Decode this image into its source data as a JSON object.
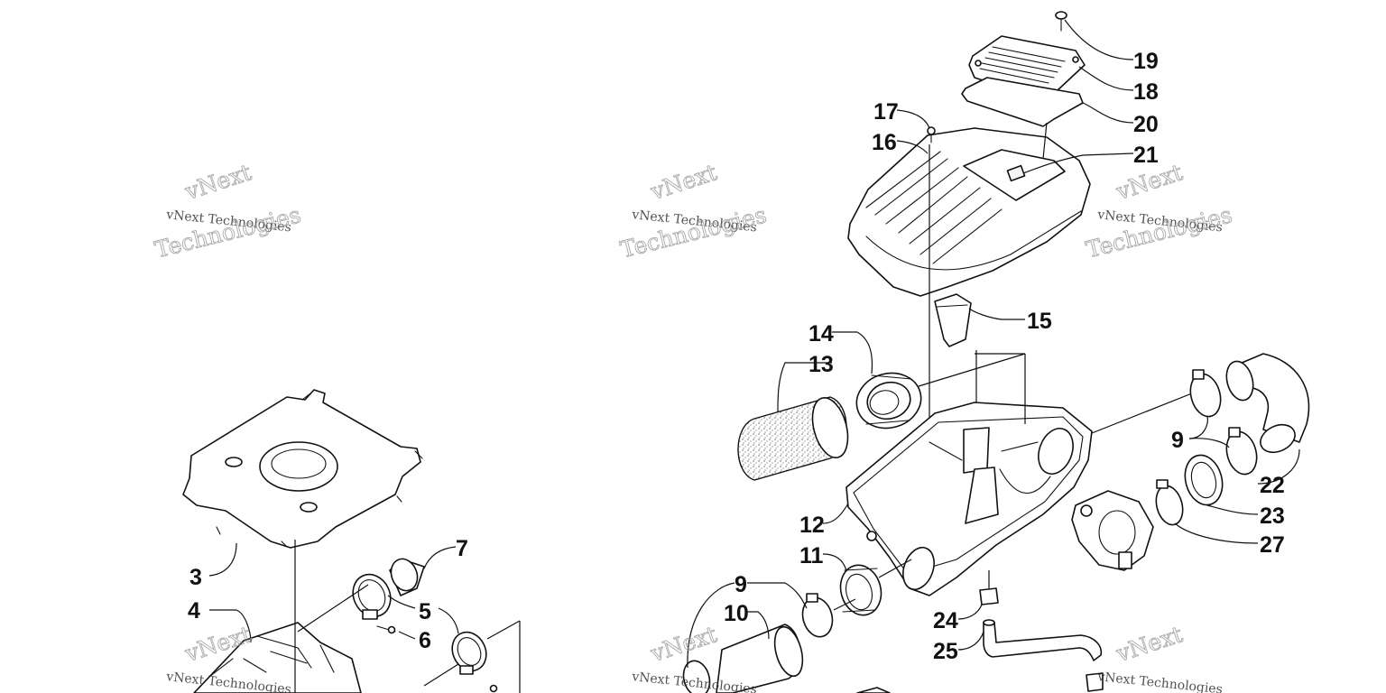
{
  "diagram": {
    "callouts": [
      "3",
      "4",
      "5",
      "6",
      "7",
      "9",
      "10",
      "11",
      "12",
      "13",
      "14",
      "15",
      "16",
      "17",
      "18",
      "19",
      "20",
      "21",
      "22",
      "23",
      "24",
      "25",
      "27"
    ],
    "watermarks": {
      "line1": "vNext Technologies",
      "line2": "vNext",
      "line3": "Technologies"
    },
    "colors": {
      "ink": "#111111",
      "paper": "#ffffff",
      "watermark": "#9a9a9a"
    }
  }
}
